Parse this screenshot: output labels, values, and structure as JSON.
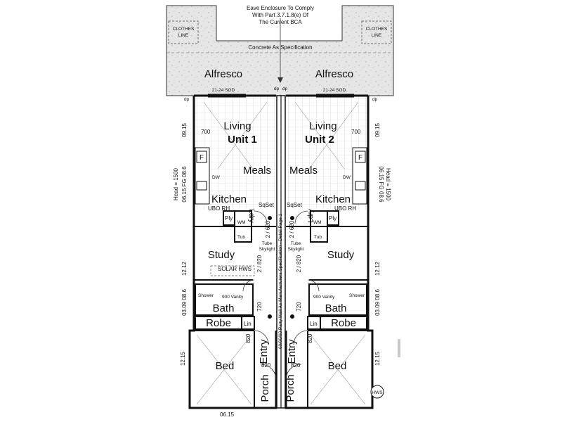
{
  "notes": {
    "eave": [
      "Eave Enclosure To Comply",
      "With Part 3.7.1.8(e) Of",
      "The Current BCA"
    ],
    "concrete": "Concrete As Specification",
    "party_wall": "60/60/60 Party Wall As Manufacturers Specification - Detail Page 1"
  },
  "units": {
    "unit1": "Unit 1",
    "unit2": "Unit 2"
  },
  "rooms": {
    "alfresco": "Alfresco",
    "clothes_line": [
      "CLOTHES",
      "LINE"
    ],
    "sgd": "21-24 SGD",
    "living": "Living",
    "meals": "Meals",
    "kitchen": "Kitchen",
    "fridge": "F",
    "dw": "DW",
    "ubo": "UBO RH",
    "sqset": "SqSet",
    "pantry": "Ply",
    "laundry": "Ldry",
    "wm": "WM",
    "tub": "Tub",
    "skylight": [
      "Tube",
      "Skylight"
    ],
    "study": "Study",
    "solar": "SOLAR HWS",
    "shower": "Shower",
    "vanity": "900 Vanity",
    "bath": "Bath",
    "robe": "Robe",
    "linen": "Lin",
    "entry": "Entry",
    "bed": "Bed",
    "porch": "Porch",
    "hws": "HWS"
  },
  "dims": {
    "d700": "700",
    "d820": "820",
    "d720": "720",
    "d2_820": "2 / 820",
    "d2_620": "2 / 620",
    "w0615": "06.15",
    "w0915": "09.15",
    "head1500": "Head = 1500",
    "w0615fg": "06.15 FG 08.6",
    "w1212": "12.12",
    "w0309": "03.09 08.6",
    "w1215": "12.15",
    "dp": "dp"
  }
}
